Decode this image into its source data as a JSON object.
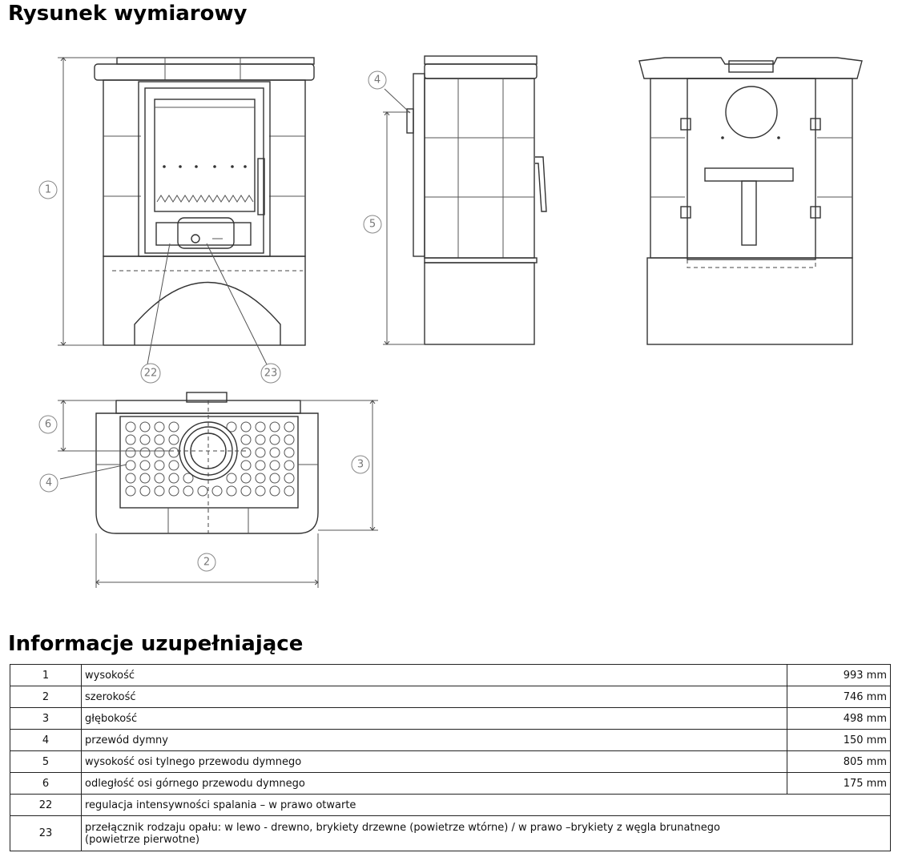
{
  "headings": {
    "drawing_title": "Rysunek wymiarowy",
    "info_title": "Informacje uzupełniające"
  },
  "drawing": {
    "callouts": {
      "c1": "1",
      "c2": "2",
      "c3": "3",
      "c4a": "4",
      "c4b": "4",
      "c5": "5",
      "c6": "6",
      "c22": "22",
      "c23": "23"
    }
  },
  "table": {
    "rows": [
      {
        "num": "1",
        "desc": "wysokość",
        "value": "993 mm"
      },
      {
        "num": "2",
        "desc": "szerokość",
        "value": "746 mm"
      },
      {
        "num": "3",
        "desc": "głębokość",
        "value": "498 mm"
      },
      {
        "num": "4",
        "desc": "przewód dymny",
        "value": "150 mm"
      },
      {
        "num": "5",
        "desc": "wysokość osi tylnego przewodu dymnego",
        "value": "805 mm"
      },
      {
        "num": "6",
        "desc": "odległość osi górnego przewodu dymnego",
        "value": "175 mm"
      },
      {
        "num": "22",
        "desc": "regulacja intensywności spalania – w prawo otwarte",
        "value": ""
      },
      {
        "num": "23",
        "desc": "przełącznik rodzaju opału: w lewo - drewno, brykiety drzewne (powietrze wtórne) / w prawo –brykiety z węgla brunatnego",
        "desc2": "(powietrze pierwotne)",
        "value": ""
      }
    ]
  }
}
